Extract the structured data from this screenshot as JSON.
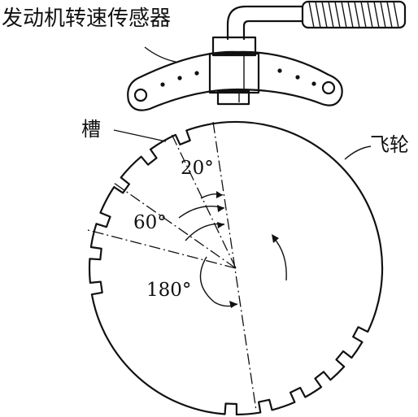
{
  "labels": {
    "sensor": "发动机转速传感器",
    "slot": "槽",
    "flywheel": "飞轮",
    "angle_small": "20°",
    "angle_mid": "60°",
    "angle_large": "180°"
  },
  "colors": {
    "ink": "#111111",
    "background": "#ffffff"
  },
  "icons": {
    "sensor": "speed-sensor-illustration",
    "rotation": "counterclockwise-rotation-arrow"
  }
}
